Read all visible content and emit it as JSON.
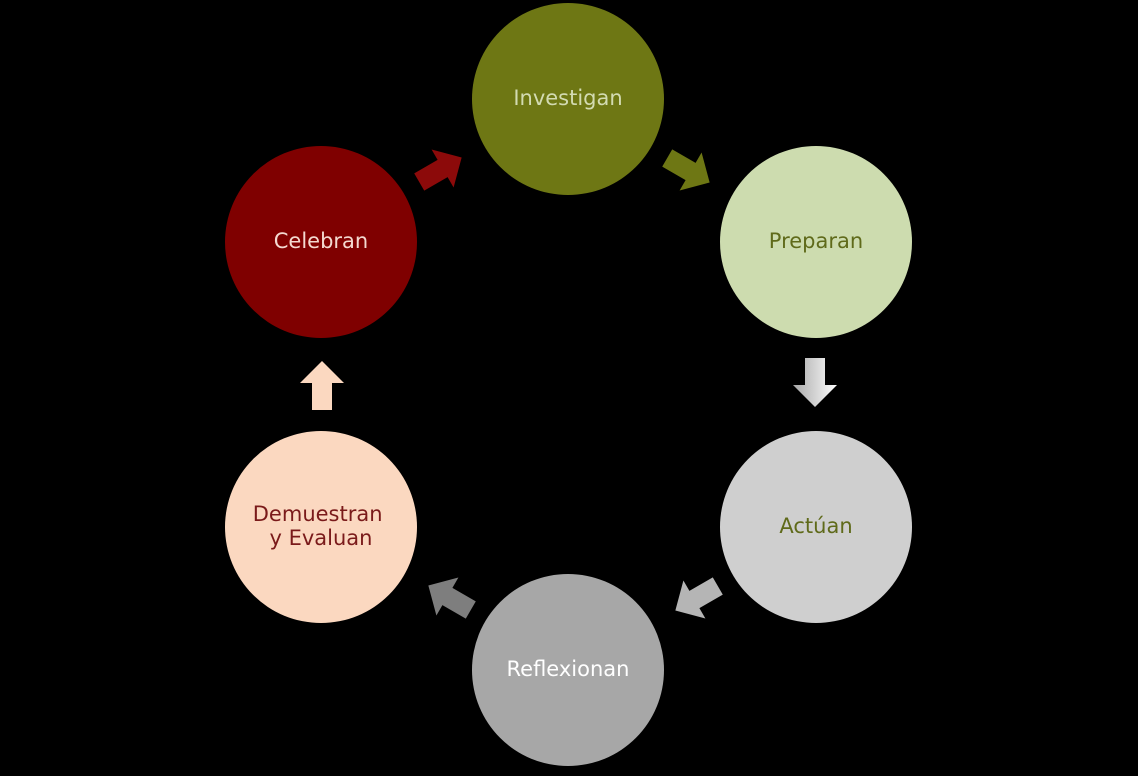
{
  "diagram": {
    "type": "cycle",
    "background": "#000000",
    "nodes": [
      {
        "id": "investigan",
        "label": "Investigan",
        "fill": "#6e7714",
        "text_color": "#d3dbb2"
      },
      {
        "id": "preparan",
        "label": "Preparan",
        "fill": "#cddcaf",
        "text_color": "#5f6a1a"
      },
      {
        "id": "actuan",
        "label": "Actúan",
        "fill": "#cfcfcf",
        "text_color": "#5f6a1a"
      },
      {
        "id": "reflexionan",
        "label": "Reflexionan",
        "fill": "#a7a7a7",
        "text_color": "#ffffff"
      },
      {
        "id": "demuestran",
        "label": "Demuestran y Evaluan",
        "label_lines": [
          "Demuestran",
          "y Evaluan"
        ],
        "fill": "#fbd8c0",
        "text_color": "#7a1a1a"
      },
      {
        "id": "celebran",
        "label": "Celebran",
        "fill": "#7f0000",
        "text_color": "#f4d9d0"
      }
    ],
    "arrows": [
      {
        "from": "investigan",
        "to": "preparan",
        "color": "#6e7714"
      },
      {
        "from": "preparan",
        "to": "actuan",
        "color": "#d9d9d9",
        "color_dark": "#b0b0b0"
      },
      {
        "from": "actuan",
        "to": "reflexionan",
        "color": "#b5b5b5"
      },
      {
        "from": "reflexionan",
        "to": "demuestran",
        "color": "#7e7e7e"
      },
      {
        "from": "demuestran",
        "to": "celebran",
        "color": "#fbd8c0"
      },
      {
        "from": "celebran",
        "to": "investigan",
        "color": "#8c0a0a"
      }
    ]
  }
}
